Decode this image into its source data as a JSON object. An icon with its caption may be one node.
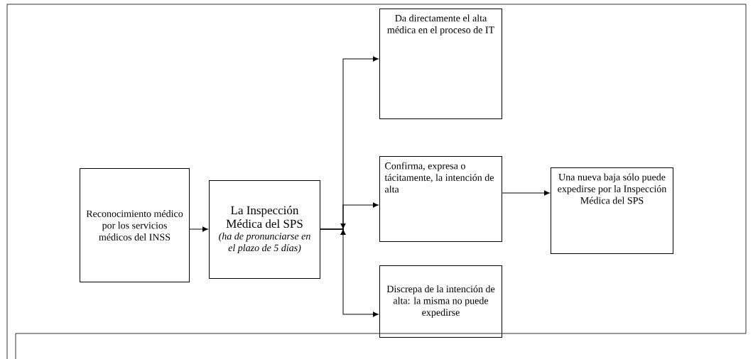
{
  "diagram": {
    "nodes": [
      {
        "text": [
          "Reconocimiento médico por los servicios médicos del INSS"
        ]
      },
      {
        "text": [
          "La Inspección Médica del SPS",
          "(ha de pronunciarse en el plazo de 5 días)"
        ]
      },
      {
        "text": [
          "Da directamente el alta médica en el proceso de IT"
        ]
      },
      {
        "text": [
          "Confirma, expresa o tácitamente, la intención de alta"
        ]
      },
      {
        "text": [
          "Discrepa de la intención de alta: la misma no puede expedirse"
        ]
      },
      {
        "text": [
          "Una nueva baja sólo puede expedirse por la Inspección Médica del SPS"
        ]
      }
    ],
    "edges": [
      {
        "from": 0,
        "to": 1,
        "arrow": "to"
      },
      {
        "from": 1,
        "to": 2,
        "arrow": "to"
      },
      {
        "from": 1,
        "to": 3,
        "arrow": "to"
      },
      {
        "from": 1,
        "to": 4,
        "arrow": "to"
      },
      {
        "from": 3,
        "to": 5,
        "arrow": "to"
      }
    ]
  }
}
